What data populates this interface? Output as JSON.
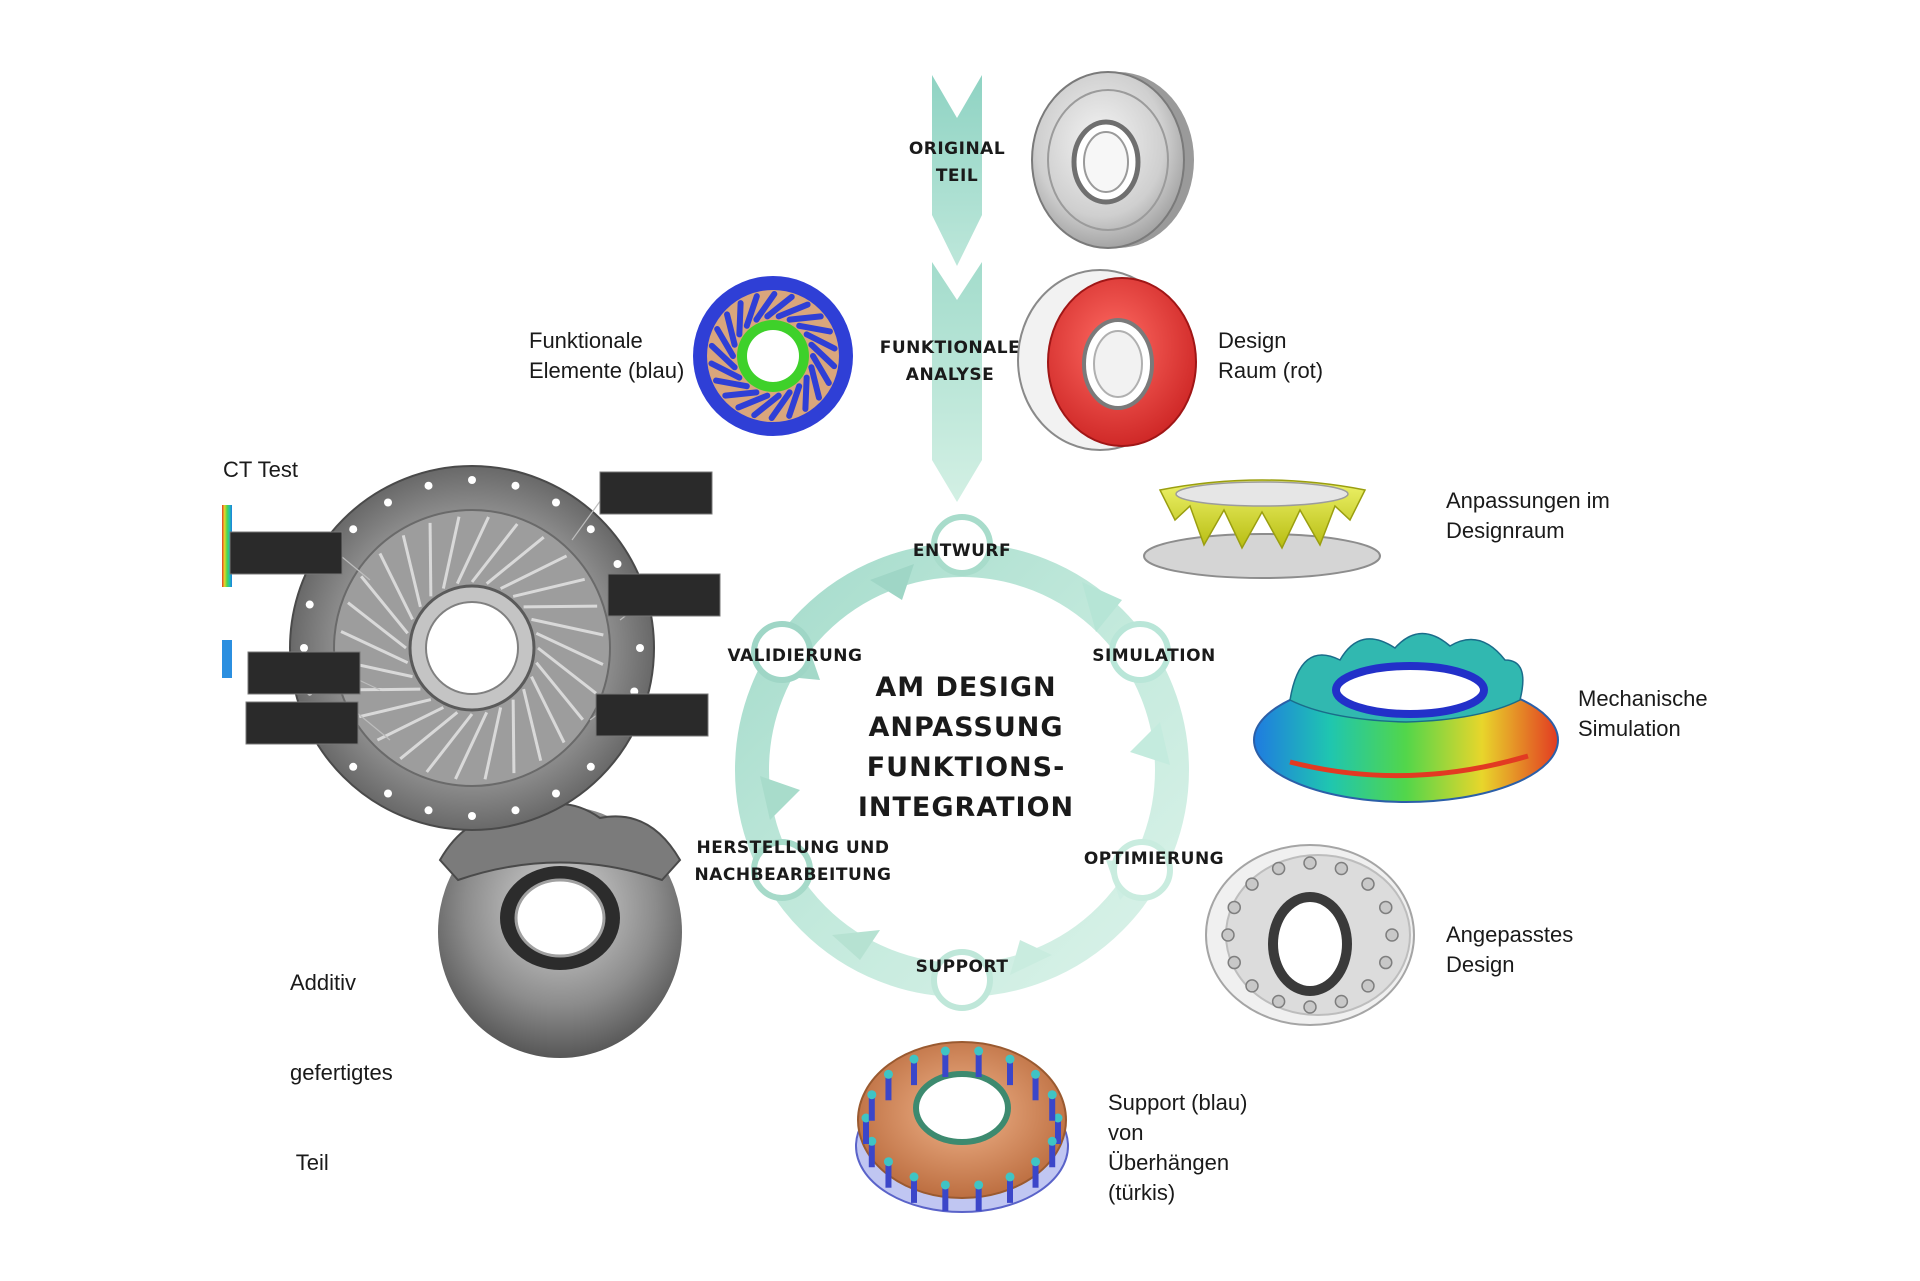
{
  "stages": {
    "original": [
      "ORIGINAL",
      "TEIL"
    ],
    "funktionale_analyse": [
      "FUNKTIONALE",
      "ANALYSE"
    ],
    "entwurf": "ENTWURF",
    "simulation": "SIMULATION",
    "optimierung": "OPTIMIERUNG",
    "support": "SUPPORT",
    "herstellung": [
      "HERSTELLUNG UND",
      "NACHBEARBEITUNG"
    ],
    "validierung": "VALIDIERUNG"
  },
  "center": [
    "AM DESIGN",
    "ANPASSUNG",
    "FUNKTIONS-",
    "INTEGRATION"
  ],
  "captions": {
    "funktionale_elemente": [
      "Funktionale",
      "Elemente (blau)"
    ],
    "design_raum": [
      "Design",
      "Raum (rot)"
    ],
    "ct_test": [
      "CT Test"
    ],
    "anpassungen": [
      "Anpassungen im",
      "Designraum"
    ],
    "mechanische_simulation": [
      "Mechanische",
      "Simulation"
    ],
    "angepasstes_design": [
      "Angepasstes",
      "Design"
    ],
    "support": [
      "Support (blau)",
      "von",
      "Überhängen",
      "(türkis)"
    ],
    "additiv": [
      "Additiv",
      "gefertigtes",
      " Teil"
    ]
  },
  "colors": {
    "arrow_top": "#8fd3c3",
    "arrow_bottom": "#c9ecdf",
    "cycle_light": "#d6f1e6",
    "cycle_dark": "#a9ddcd",
    "functional_blue": "#2f3fd6",
    "functional_green": "#3ed12a",
    "design_red": "#e8302f",
    "design_yellow": "#d9df2a",
    "support_orange": "#d98e5c",
    "support_turquoise": "#3fc4c4"
  }
}
